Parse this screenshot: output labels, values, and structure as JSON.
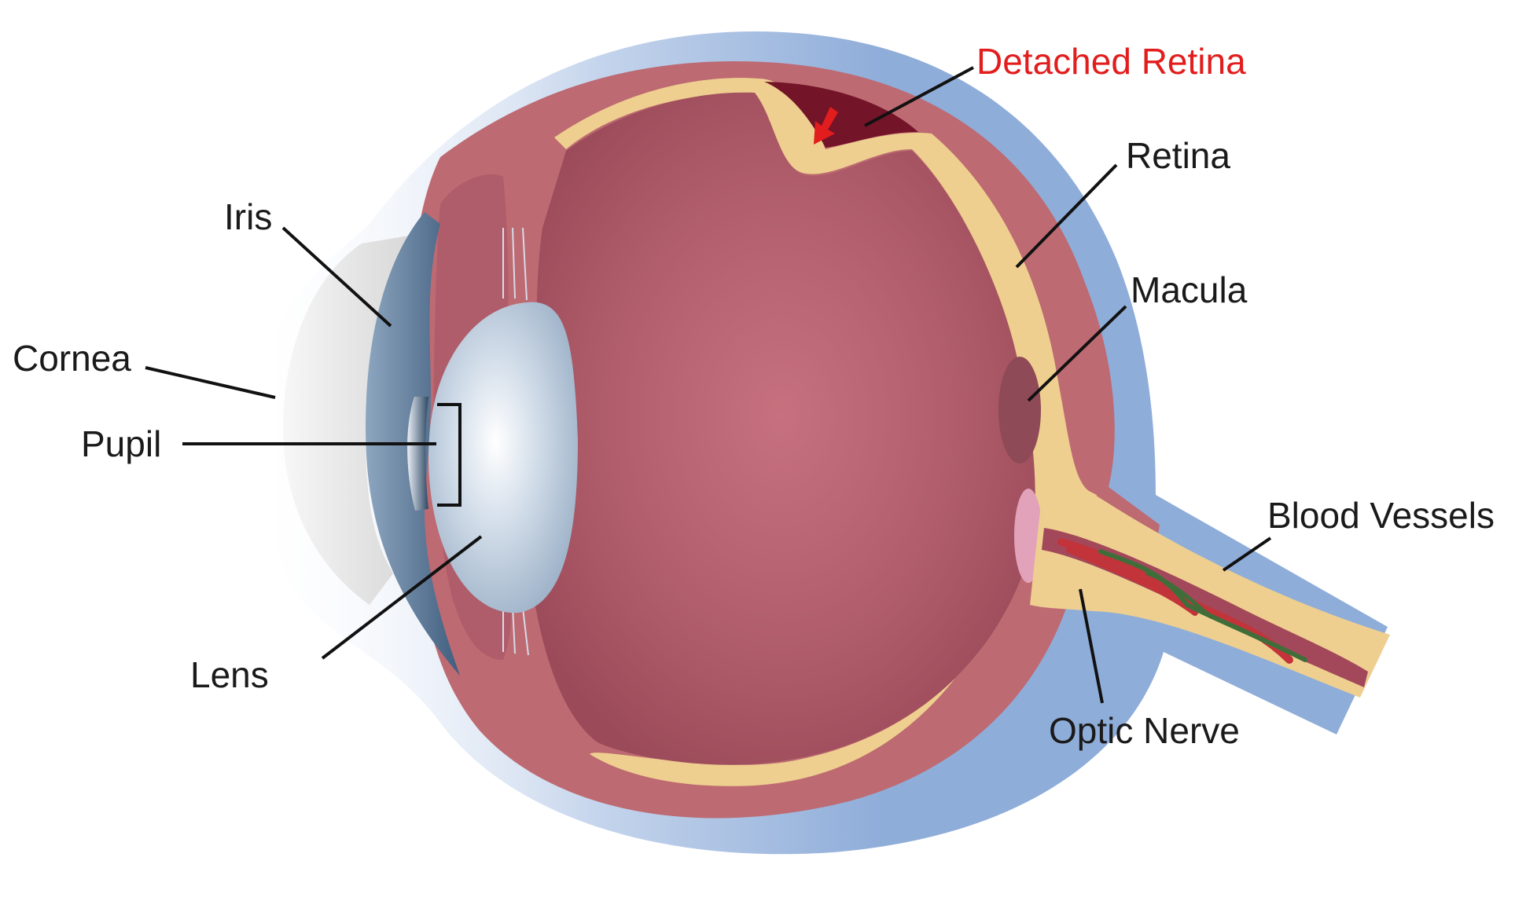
{
  "labels": {
    "detached_retina": "Detached Retina",
    "retina": "Retina",
    "iris": "Iris",
    "cornea": "Cornea",
    "pupil": "Pupil",
    "lens": "Lens",
    "macula": "Macula",
    "blood_vessels": "Blood Vessels",
    "optic_nerve": "Optic Nerve"
  },
  "colors": {
    "sclera": "#8fadd9",
    "choroid": "#bd6a72",
    "retina_layer": "#eecf8f",
    "vitreous": "#b5626f",
    "detachment_fluid": "#741428",
    "alert_red": "#e21d1d",
    "macula": "#8e4a56",
    "optic_disc": "#e2a2ba",
    "vessel_red": "#c2333a",
    "vessel_green": "#3f6e3a",
    "lens": "#b9c8da",
    "iris": "#5a7796",
    "cornea": "#e4e4e4"
  }
}
